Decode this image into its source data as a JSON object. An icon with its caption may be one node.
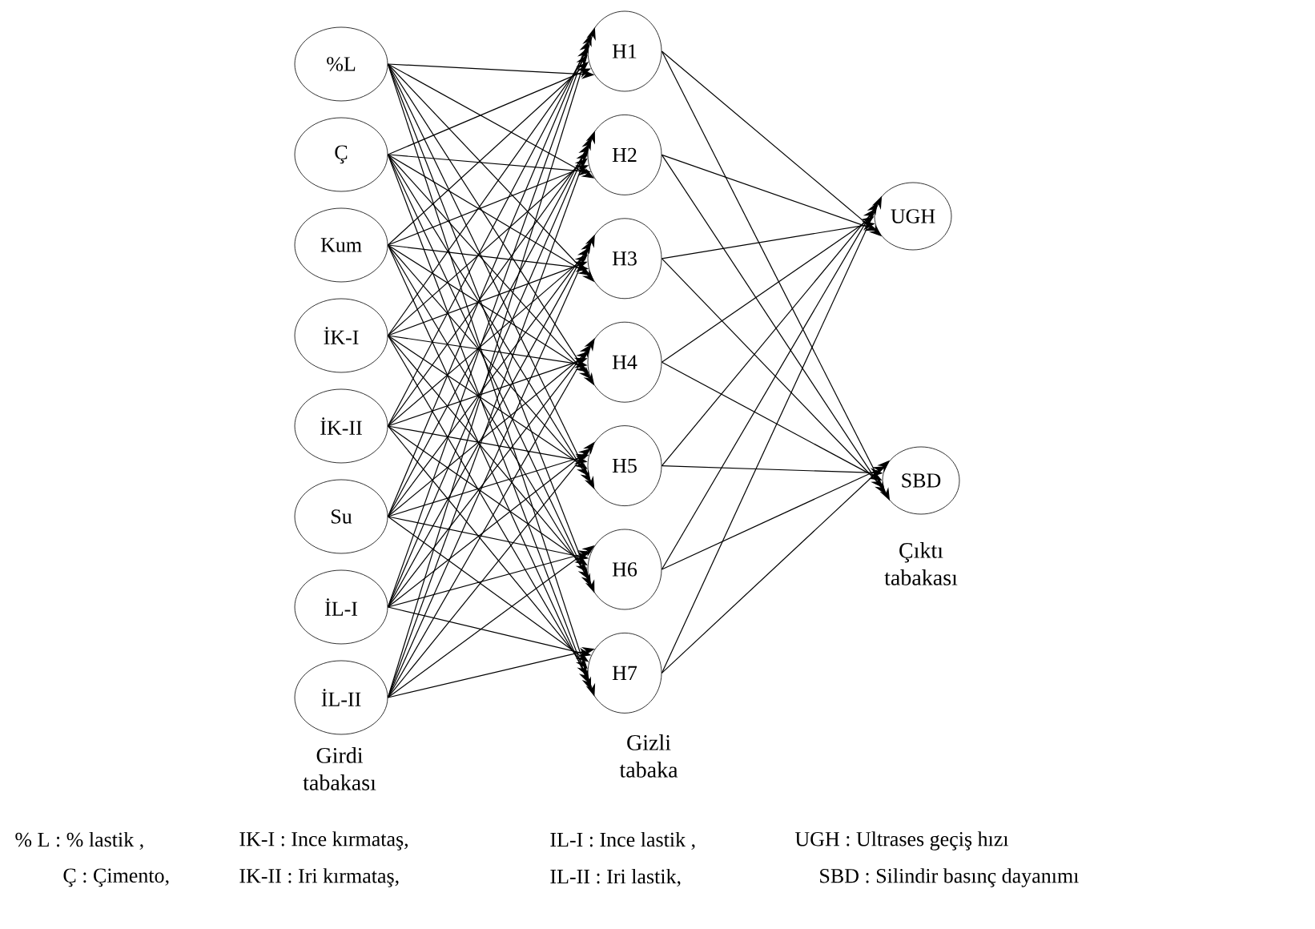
{
  "diagram": {
    "nodes": [
      {
        "text": [
          "%L"
        ]
      },
      {
        "text": [
          "Ç"
        ]
      },
      {
        "text": [
          "Kum"
        ]
      },
      {
        "text": [
          "İK-I"
        ]
      },
      {
        "text": [
          "İK-II"
        ]
      },
      {
        "text": [
          "Su"
        ]
      },
      {
        "text": [
          "İL-I"
        ]
      },
      {
        "text": [
          "İL-II"
        ]
      },
      {
        "text": [
          "H1"
        ]
      },
      {
        "text": [
          "H2"
        ]
      },
      {
        "text": [
          "H3"
        ]
      },
      {
        "text": [
          "H4"
        ]
      },
      {
        "text": [
          "H5"
        ]
      },
      {
        "text": [
          "H6"
        ]
      },
      {
        "text": [
          "H7"
        ]
      },
      {
        "text": [
          "UGH"
        ]
      },
      {
        "text": [
          "SBD"
        ]
      }
    ],
    "edges": [
      {
        "from": 0,
        "to": 8,
        "arrow": "to"
      },
      {
        "from": 0,
        "to": 9,
        "arrow": "to"
      },
      {
        "from": 0,
        "to": 10,
        "arrow": "to"
      },
      {
        "from": 0,
        "to": 11,
        "arrow": "to"
      },
      {
        "from": 0,
        "to": 12,
        "arrow": "to"
      },
      {
        "from": 0,
        "to": 13,
        "arrow": "to"
      },
      {
        "from": 0,
        "to": 14,
        "arrow": "to"
      },
      {
        "from": 1,
        "to": 8,
        "arrow": "to"
      },
      {
        "from": 1,
        "to": 9,
        "arrow": "to"
      },
      {
        "from": 1,
        "to": 10,
        "arrow": "to"
      },
      {
        "from": 1,
        "to": 11,
        "arrow": "to"
      },
      {
        "from": 1,
        "to": 12,
        "arrow": "to"
      },
      {
        "from": 1,
        "to": 13,
        "arrow": "to"
      },
      {
        "from": 1,
        "to": 14,
        "arrow": "to"
      },
      {
        "from": 2,
        "to": 8,
        "arrow": "to"
      },
      {
        "from": 2,
        "to": 9,
        "arrow": "to"
      },
      {
        "from": 2,
        "to": 10,
        "arrow": "to"
      },
      {
        "from": 2,
        "to": 11,
        "arrow": "to"
      },
      {
        "from": 2,
        "to": 12,
        "arrow": "to"
      },
      {
        "from": 2,
        "to": 13,
        "arrow": "to"
      },
      {
        "from": 2,
        "to": 14,
        "arrow": "to"
      },
      {
        "from": 3,
        "to": 8,
        "arrow": "to"
      },
      {
        "from": 3,
        "to": 9,
        "arrow": "to"
      },
      {
        "from": 3,
        "to": 10,
        "arrow": "to"
      },
      {
        "from": 3,
        "to": 11,
        "arrow": "to"
      },
      {
        "from": 3,
        "to": 12,
        "arrow": "to"
      },
      {
        "from": 3,
        "to": 13,
        "arrow": "to"
      },
      {
        "from": 3,
        "to": 14,
        "arrow": "to"
      },
      {
        "from": 4,
        "to": 8,
        "arrow": "to"
      },
      {
        "from": 4,
        "to": 9,
        "arrow": "to"
      },
      {
        "from": 4,
        "to": 10,
        "arrow": "to"
      },
      {
        "from": 4,
        "to": 11,
        "arrow": "to"
      },
      {
        "from": 4,
        "to": 12,
        "arrow": "to"
      },
      {
        "from": 4,
        "to": 13,
        "arrow": "to"
      },
      {
        "from": 4,
        "to": 14,
        "arrow": "to"
      },
      {
        "from": 5,
        "to": 8,
        "arrow": "to"
      },
      {
        "from": 5,
        "to": 9,
        "arrow": "to"
      },
      {
        "from": 5,
        "to": 10,
        "arrow": "to"
      },
      {
        "from": 5,
        "to": 11,
        "arrow": "to"
      },
      {
        "from": 5,
        "to": 12,
        "arrow": "to"
      },
      {
        "from": 5,
        "to": 13,
        "arrow": "to"
      },
      {
        "from": 5,
        "to": 14,
        "arrow": "to"
      },
      {
        "from": 6,
        "to": 8,
        "arrow": "to"
      },
      {
        "from": 6,
        "to": 9,
        "arrow": "to"
      },
      {
        "from": 6,
        "to": 10,
        "arrow": "to"
      },
      {
        "from": 6,
        "to": 11,
        "arrow": "to"
      },
      {
        "from": 6,
        "to": 12,
        "arrow": "to"
      },
      {
        "from": 6,
        "to": 13,
        "arrow": "to"
      },
      {
        "from": 6,
        "to": 14,
        "arrow": "to"
      },
      {
        "from": 7,
        "to": 8,
        "arrow": "to"
      },
      {
        "from": 7,
        "to": 9,
        "arrow": "to"
      },
      {
        "from": 7,
        "to": 10,
        "arrow": "to"
      },
      {
        "from": 7,
        "to": 11,
        "arrow": "to"
      },
      {
        "from": 7,
        "to": 12,
        "arrow": "to"
      },
      {
        "from": 7,
        "to": 13,
        "arrow": "to"
      },
      {
        "from": 7,
        "to": 14,
        "arrow": "to"
      },
      {
        "from": 8,
        "to": 15,
        "arrow": "to"
      },
      {
        "from": 8,
        "to": 16,
        "arrow": "to"
      },
      {
        "from": 9,
        "to": 15,
        "arrow": "to"
      },
      {
        "from": 9,
        "to": 16,
        "arrow": "to"
      },
      {
        "from": 10,
        "to": 15,
        "arrow": "to"
      },
      {
        "from": 10,
        "to": 16,
        "arrow": "to"
      },
      {
        "from": 11,
        "to": 15,
        "arrow": "to"
      },
      {
        "from": 11,
        "to": 16,
        "arrow": "to"
      },
      {
        "from": 12,
        "to": 15,
        "arrow": "to"
      },
      {
        "from": 12,
        "to": 16,
        "arrow": "to"
      },
      {
        "from": 13,
        "to": 15,
        "arrow": "to"
      },
      {
        "from": 13,
        "to": 16,
        "arrow": "to"
      },
      {
        "from": 14,
        "to": 15,
        "arrow": "to"
      },
      {
        "from": 14,
        "to": 16,
        "arrow": "to"
      }
    ],
    "labels": [
      "Çıktı tabakası",
      "Girdi tabakası",
      "Gizli tabaka",
      "% L :  % lastik ,",
      "IK-I : Ince kırmataş,",
      "IL-I  : Ince lastik ,",
      "UGH : Ultrases geçiş hızı",
      "Ç :  Çimento,",
      "IK-II : Iri kırmataş,",
      "IL-II : Iri lastik,",
      "SBD : Silindir basınç dayanımı"
    ]
  }
}
